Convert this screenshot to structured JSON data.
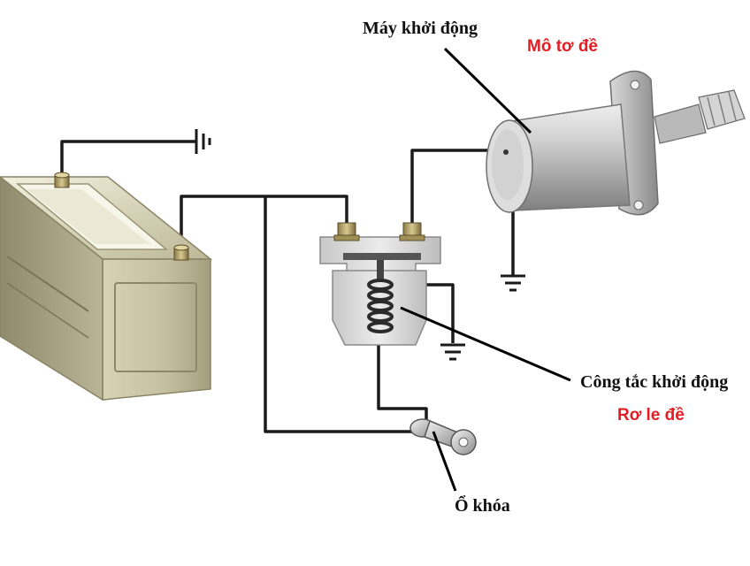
{
  "labels": {
    "starter_motor": "Máy khởi động",
    "starter_motor_alt": "Mô tơ đề",
    "starter_switch": "Công tắc khởi động",
    "starter_relay": "Rơ le đề",
    "ignition_switch": "Ổ khóa"
  },
  "colors": {
    "wire": "#1a1a1a",
    "label_primary": "#111111",
    "label_secondary": "#e21d24",
    "battery_body": "#c9c4a6",
    "motor_body": "#c8c8c8",
    "relay_body": "#d8d8d8"
  },
  "components": [
    "battery",
    "ground-symbol",
    "starter-relay",
    "starter-motor",
    "ignition-key"
  ]
}
